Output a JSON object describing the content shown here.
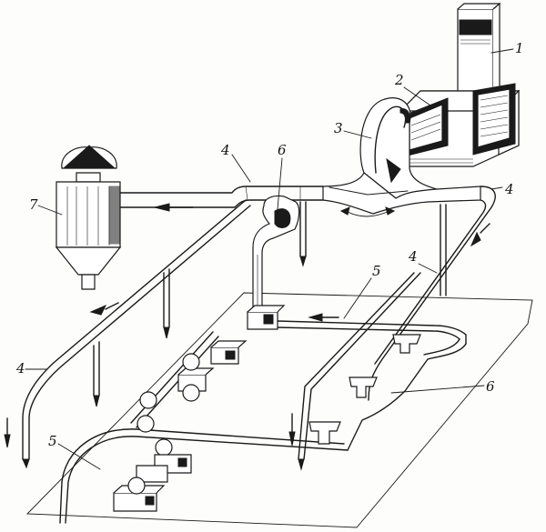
{
  "labels": {
    "l1": "1",
    "l2": "2",
    "l3": "3",
    "l4a": "4",
    "l4b": "4",
    "l4c": "4",
    "l4d": "4",
    "l5a": "5",
    "l5b": "5",
    "l6a": "6",
    "l6b": "6",
    "l7": "7"
  }
}
